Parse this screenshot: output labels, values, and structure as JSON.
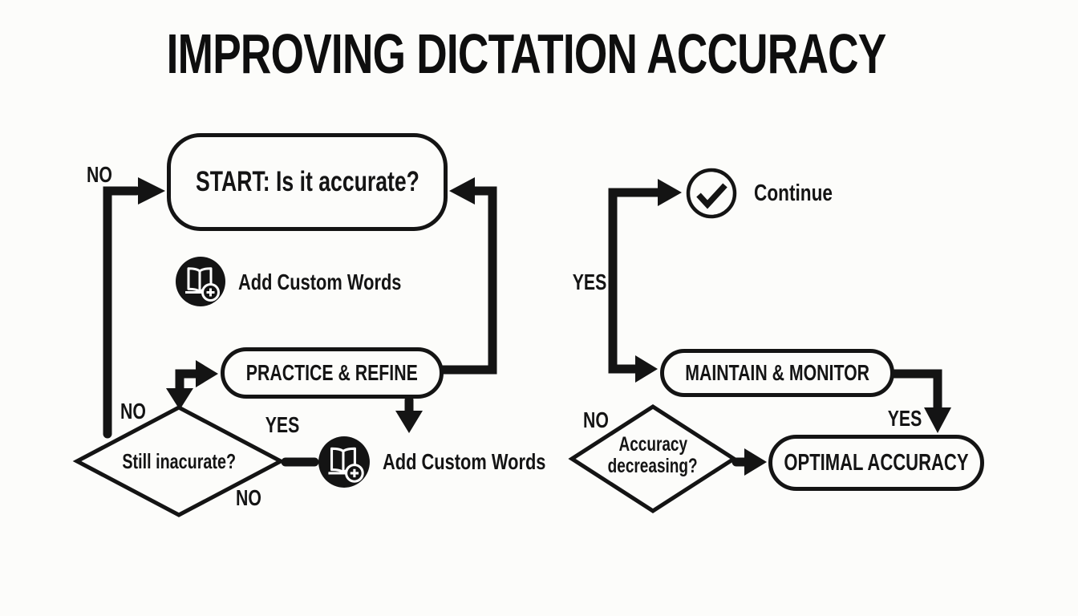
{
  "title": "IMPROVING DICTATION ACCURACY",
  "colors": {
    "ink": "#141414",
    "background": "#fcfcfa"
  },
  "left_flow": {
    "start_label": "START: Is it accurate?",
    "loop_no": "NO",
    "add_words_top": "Add Custom Words",
    "practice_label": "PRACTICE & REFINE",
    "decision_label": "Still inacurate?",
    "decision_no_top": "NO",
    "decision_yes": "YES",
    "decision_no_bottom": "NO",
    "add_words_bottom": "Add Custom Words",
    "icon": "book-plus-icon"
  },
  "right_flow": {
    "continue_label": "Continue",
    "branch_yes": "YES",
    "maintain_label": "MAINTAIN & MONITOR",
    "decision_line1": "Accuracy",
    "decision_line2": "decreasing?",
    "decision_no": "NO",
    "optimal_yes": "YES",
    "optimal_label": "OPTIMAL ACCURACY",
    "icon": "check-circle-icon"
  }
}
